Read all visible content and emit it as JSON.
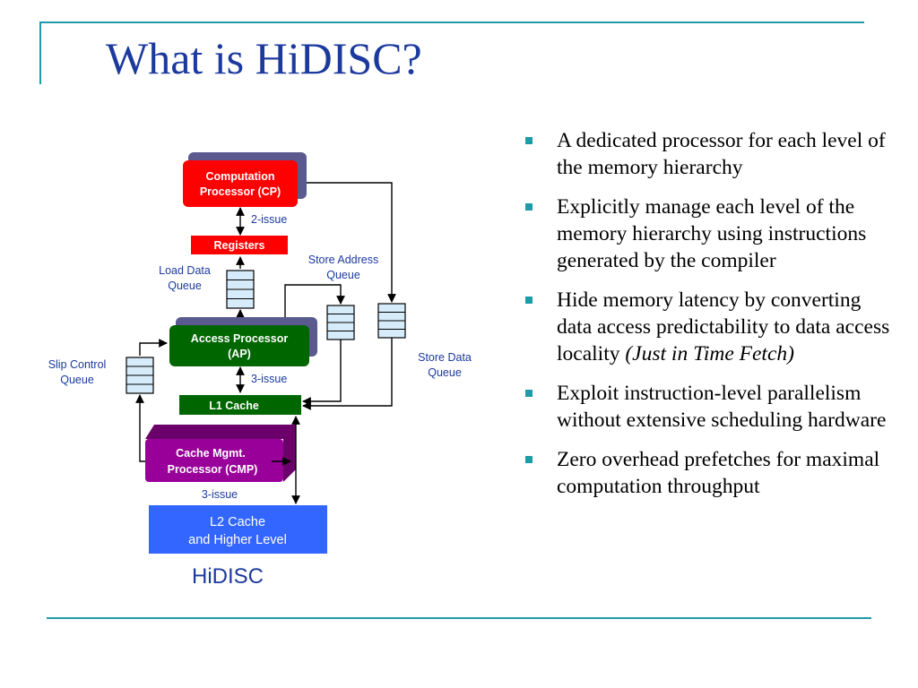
{
  "title": "What is HiDISC?",
  "bullets": [
    {
      "text": "A dedicated processor for each level of the memory hierarchy",
      "emphasis": ""
    },
    {
      "text": "Explicitly manage each level of the memory hierarchy using instructions generated by the compiler",
      "emphasis": ""
    },
    {
      "text": "Hide memory latency by converting data access predictability to data access locality ",
      "emphasis": "(Just in Time Fetch)"
    },
    {
      "text": "Exploit instruction-level parallelism without extensive scheduling hardware",
      "emphasis": ""
    },
    {
      "text": "Zero overhead prefetches for maximal computation throughput",
      "emphasis": ""
    }
  ],
  "diagram": {
    "cp": {
      "line1": "Computation",
      "line2": "Processor (CP)"
    },
    "registers": "Registers",
    "issue_cp": "2-issue",
    "load_queue": {
      "line1": "Load Data",
      "line2": "Queue"
    },
    "store_addr_queue": {
      "line1": "Store Address",
      "line2": "Queue"
    },
    "store_data_queue": {
      "line1": "Store Data",
      "line2": "Queue"
    },
    "slip_queue": {
      "line1": "Slip Control",
      "line2": "Queue"
    },
    "ap": {
      "line1": "Access Processor",
      "line2": "(AP)"
    },
    "issue_ap": "3-issue",
    "l1": "L1 Cache",
    "cmp": {
      "line1": "Cache Mgmt.",
      "line2": "Processor (CMP)"
    },
    "issue_cmp": "3-issue",
    "l2": {
      "line1": "L2 Cache",
      "line2": "and Higher Level"
    },
    "caption": "HiDISC",
    "colors": {
      "cp": "#ff0000",
      "ap": "#006600",
      "cmp": "#990099",
      "l2": "#3366ff",
      "shadow": "#5a5a8f",
      "queue": "#d6ecfa",
      "label": "#1c3a9e"
    }
  }
}
